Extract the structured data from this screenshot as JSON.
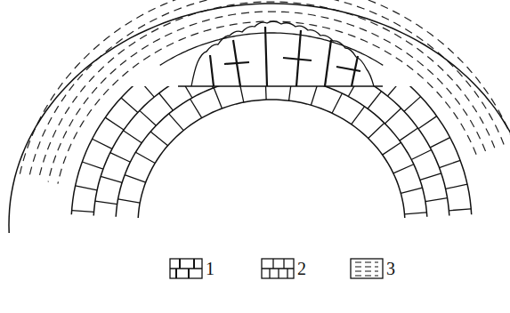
{
  "diagram": {
    "legend": [
      {
        "text": "1"
      },
      {
        "text": "2"
      },
      {
        "text": "3"
      }
    ]
  }
}
